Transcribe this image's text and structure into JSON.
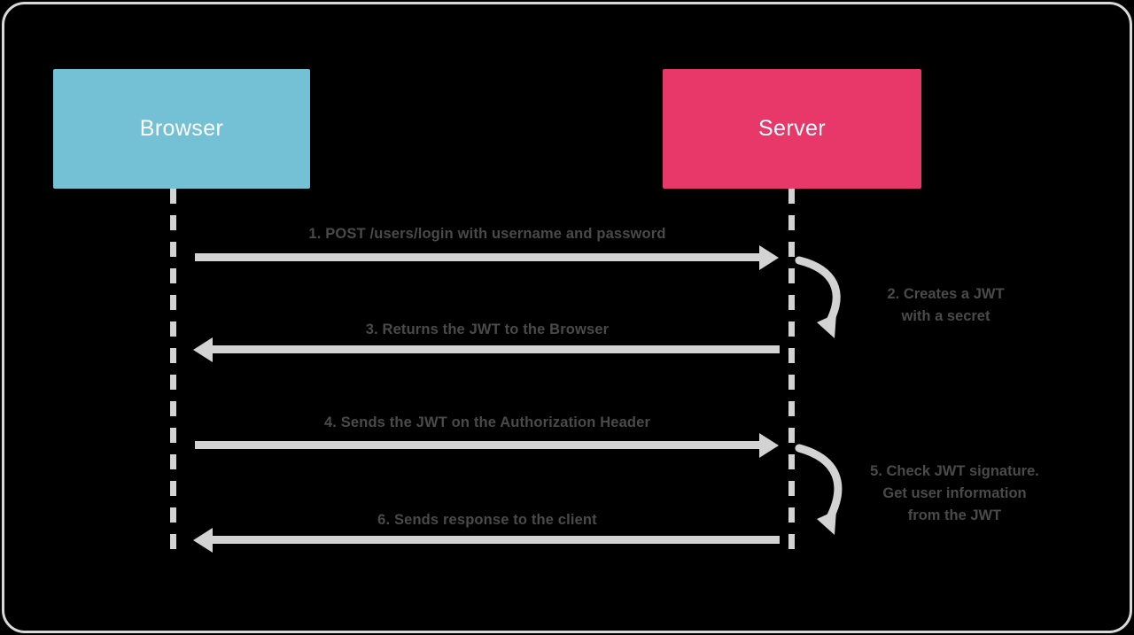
{
  "diagram": {
    "title": "JWT Authentication Sequence Diagram",
    "background_color": "#000000",
    "frame_color": "#d9d9d9",
    "line_color": "#d3d3d3",
    "label_color": "#4a4a4a"
  },
  "actors": [
    {
      "id": "browser",
      "label": "Browser",
      "color": "#74c0d5",
      "text_color": "#ffffff"
    },
    {
      "id": "server",
      "label": "Server",
      "color": "#e8386a",
      "text_color": "#ffffff"
    }
  ],
  "messages": [
    {
      "number": "1",
      "label": "1. POST /users/login with username and password",
      "from": "browser",
      "to": "server",
      "direction": "right",
      "kind": "message"
    },
    {
      "number": "2",
      "label": "2. Creates a JWT\nwith a secret",
      "line1": "2. Creates a JWT",
      "line2": "with a secret",
      "from": "server",
      "to": "server",
      "direction": "self",
      "kind": "self-call"
    },
    {
      "number": "3",
      "label": "3. Returns the JWT to the Browser",
      "from": "server",
      "to": "browser",
      "direction": "left",
      "kind": "message"
    },
    {
      "number": "4",
      "label": "4. Sends the JWT on the Authorization Header",
      "from": "browser",
      "to": "server",
      "direction": "right",
      "kind": "message"
    },
    {
      "number": "5",
      "label": "5. Check JWT signature.\nGet user information\nfrom the JWT",
      "line1": "5. Check JWT signature.",
      "line2": "Get user information",
      "line3": "from the JWT",
      "from": "server",
      "to": "server",
      "direction": "self",
      "kind": "self-call"
    },
    {
      "number": "6",
      "label": "6. Sends response to the client",
      "from": "server",
      "to": "browser",
      "direction": "left",
      "kind": "message"
    }
  ]
}
